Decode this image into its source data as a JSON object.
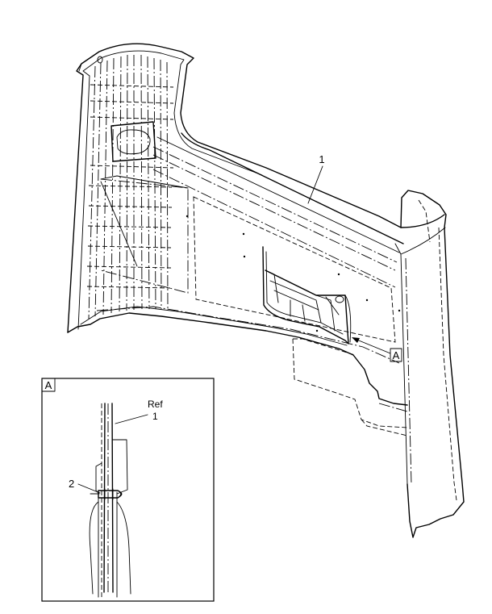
{
  "callouts": {
    "part_1": "1",
    "detail_flag": "A",
    "detail_title": "A",
    "ref_text": "Ref",
    "ref_part": "1",
    "part_2": "2"
  }
}
